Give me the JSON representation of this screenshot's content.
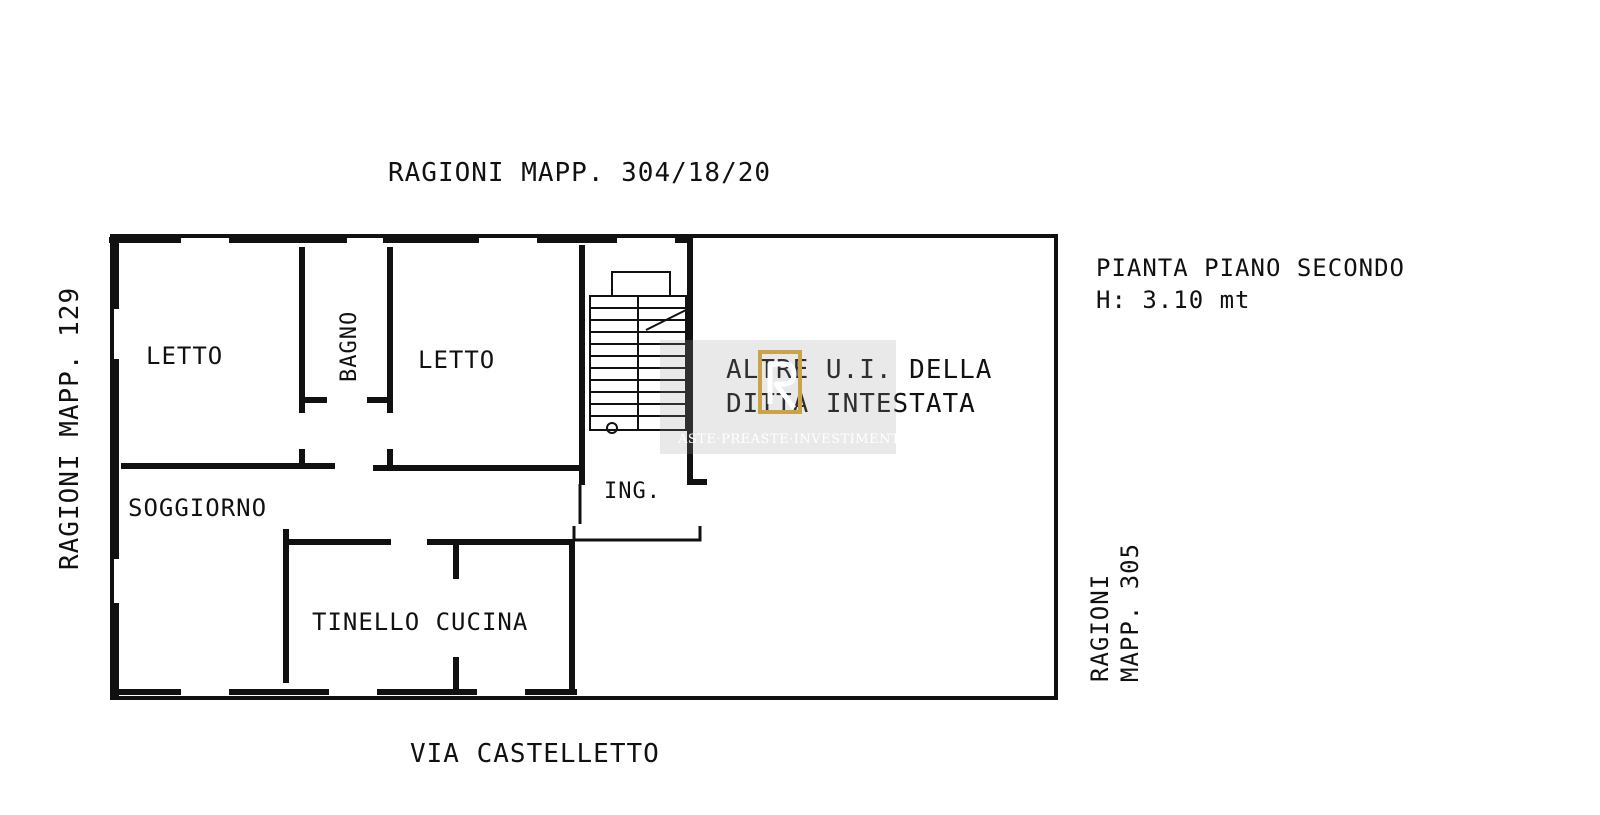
{
  "boundaries": {
    "top": "RAGIONI MAPP. 304/18/20",
    "left": "RAGIONI MAPP. 129",
    "right_line1": "RAGIONI",
    "right_line2": "MAPP. 305",
    "bottom": "VIA CASTELLETTO"
  },
  "plan_info": {
    "title": "PIANTA PIANO SECONDO",
    "height": "H: 3.10 mt"
  },
  "rooms": {
    "letto_left": "LETTO",
    "bagno": "BAGNO",
    "letto_right": "LETTO",
    "soggiorno": "SOGGIORNO",
    "tinello_cucina": "TINELLO CUCINA",
    "ingresso": "ING.",
    "other_units_line1": "ALTRE U.I. DELLA",
    "other_units_line2": "DITTA INTESTATA"
  },
  "watermark": {
    "text": "ASTE·PREASTE·INVESTIMENTI",
    "colors": {
      "logo": "#c9a24a",
      "box": "#9a9a9a"
    }
  }
}
